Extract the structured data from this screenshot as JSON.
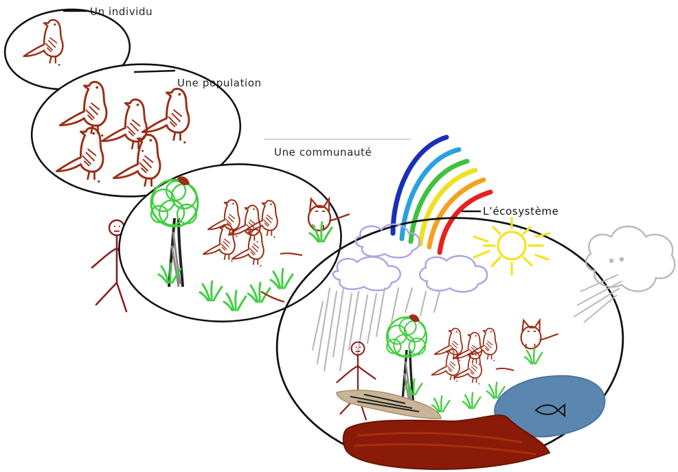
{
  "labels": {
    "individual": "Un individu",
    "population": "Une population",
    "community": "Une communauté",
    "ecosystem": "L’écosystème"
  },
  "colors": {
    "outline": "#111111",
    "bird": "#9a2e16",
    "tree": "#3fcf3f",
    "trunk": "#2a2a2a",
    "grass": "#3fcf3f",
    "person": "#8b1c1c",
    "water": "#5b86b0",
    "ground": "#8a1b08",
    "sand": "#c9b595",
    "sun": "#f5e21a",
    "cloud": "#a7a3e8",
    "rain": "#b8b8b8",
    "wind": "#b8b8b8",
    "rainbow": [
      "#1a2fb8",
      "#2aa0e0",
      "#3fc23f",
      "#f0e020",
      "#f5a020",
      "#e82020"
    ]
  }
}
